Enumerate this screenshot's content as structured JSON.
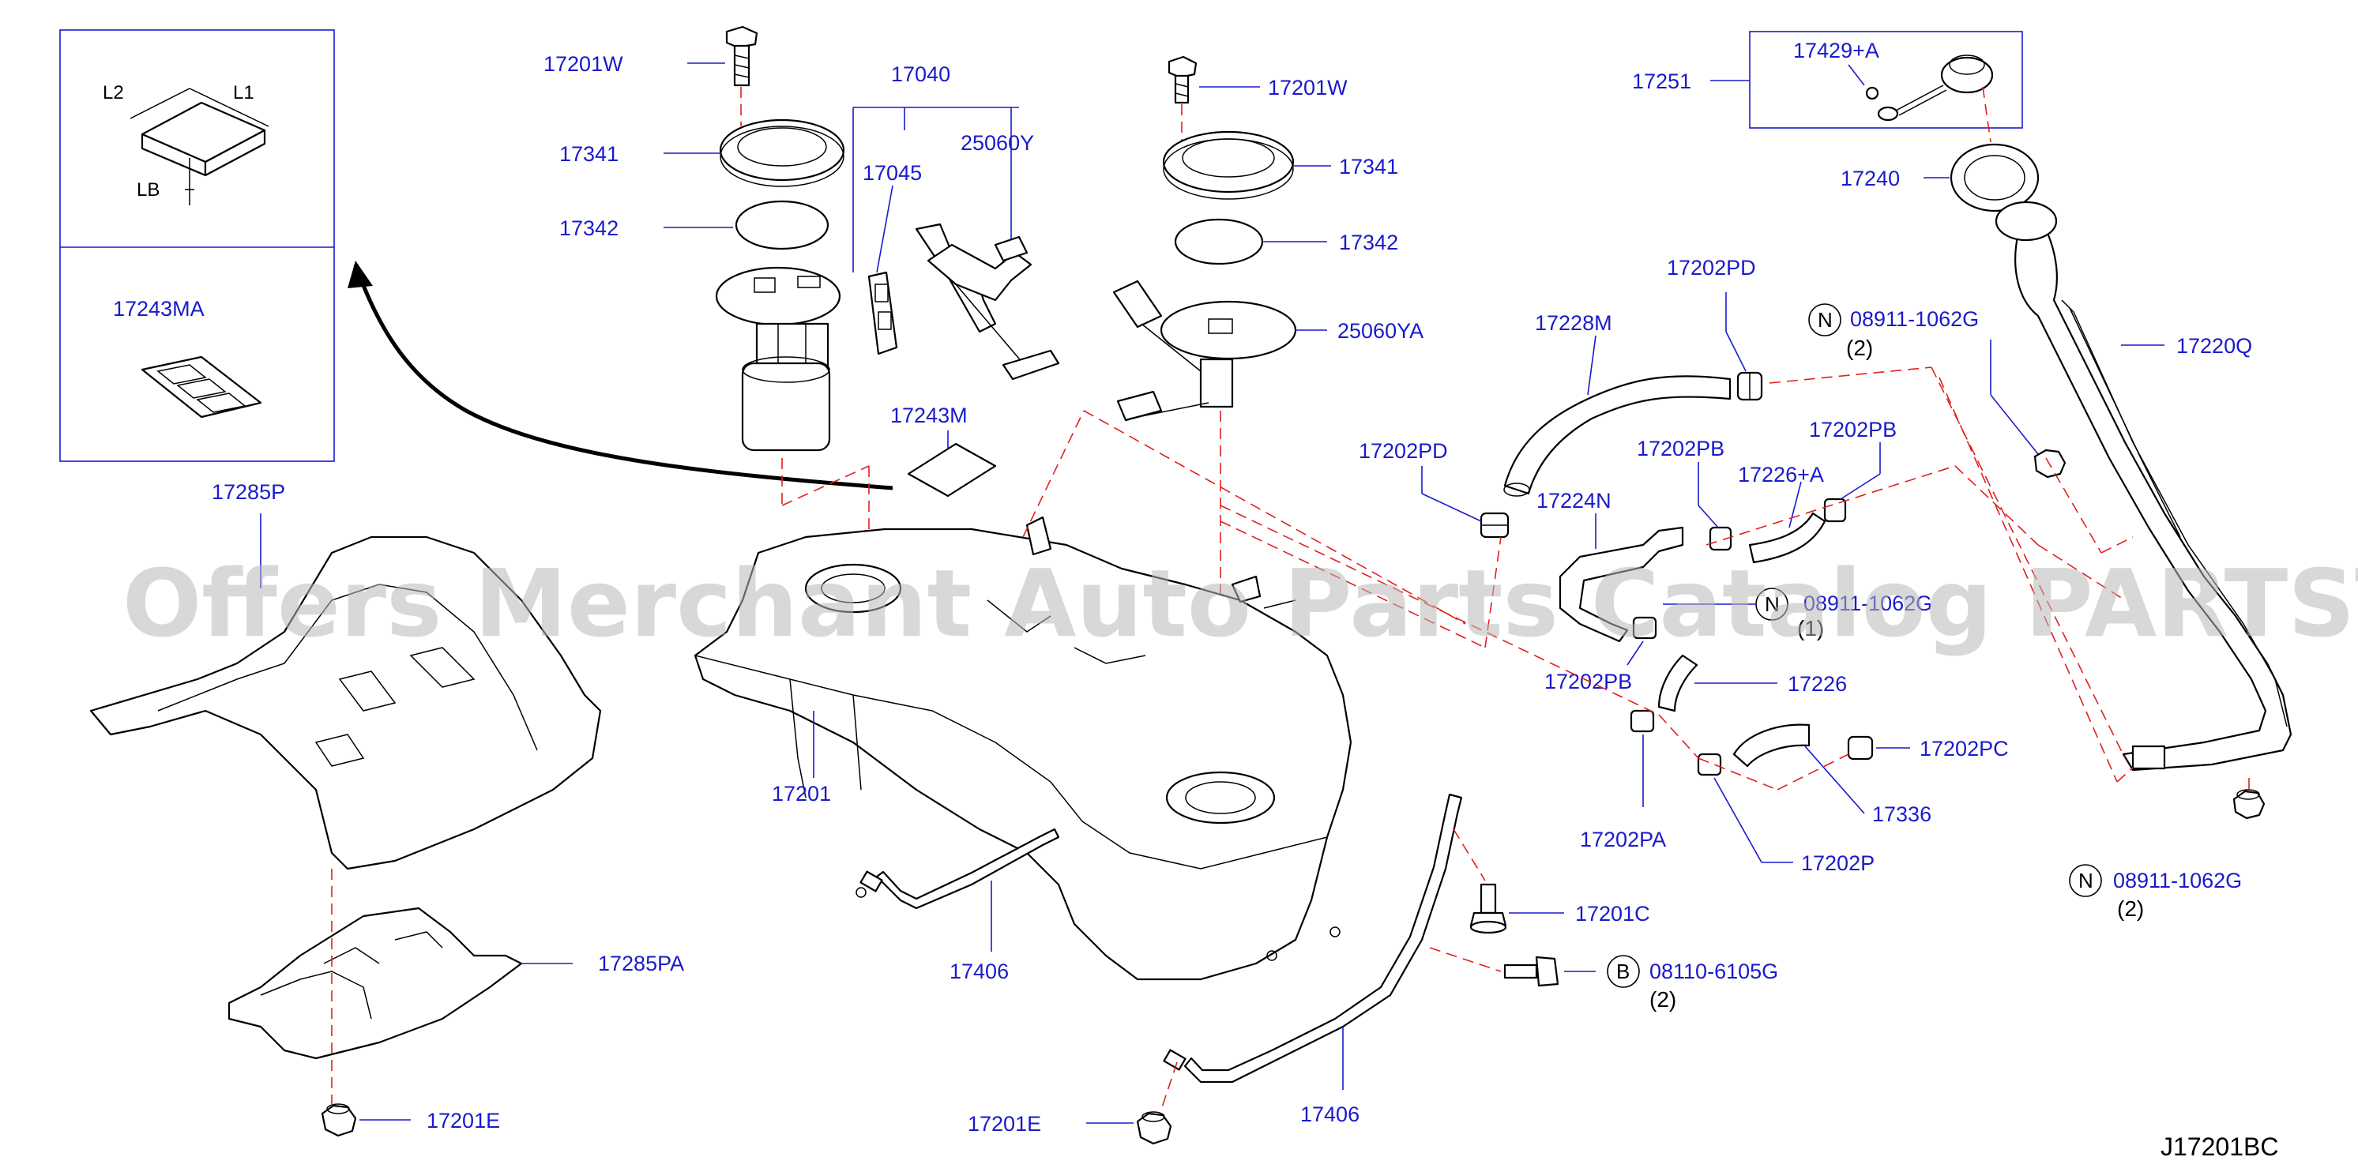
{
  "labels": {
    "l17201w_a": "17201W",
    "l17040": "17040",
    "l17341_a": "17341",
    "l17045": "17045",
    "l25060y": "25060Y",
    "l17342_a": "17342",
    "l17243m": "17243M",
    "l17201w_b": "17201W",
    "l17341_b": "17341",
    "l17342_b": "17342",
    "l25060ya": "25060YA",
    "l17251": "17251",
    "l17429a": "17429+A",
    "l17240": "17240",
    "l17220q": "17220Q",
    "l17202pd_a": "17202PD",
    "l17228m": "17228M",
    "l08911_a": "08911-1062G",
    "l08911_a_qty": "(2)",
    "l17202pd_b": "17202PD",
    "l17202pb_a": "17202PB",
    "l17202pb_b": "17202PB",
    "l17226a": "17226+A",
    "l17224n": "17224N",
    "l08911_b": "08911-1062G",
    "l08911_b_qty": "(1)",
    "l17202pb_c": "17202PB",
    "l17226": "17226",
    "l17202pc": "17202PC",
    "l17336": "17336",
    "l17202pa": "17202PA",
    "l17202p": "17202P",
    "l08911_c": "08911-1062G",
    "l08911_c_qty": "(2)",
    "l17285p": "17285P",
    "l17201": "17201",
    "l17406_a": "17406",
    "l17201c": "17201C",
    "l08110": "08110-6105G",
    "l08110_qty": "(2)",
    "l17285pa": "17285PA",
    "l17201e_a": "17201E",
    "l17201e_b": "17201E",
    "l17406_b": "17406",
    "l17243ma": "17243MA",
    "dim_l1": "L1",
    "dim_l2": "L2",
    "dim_lb": "LB",
    "circle_n": "N",
    "circle_b": "B"
  },
  "diagram_code": "J17201BC",
  "watermark": "Offers Merchant Auto Parts Catalog PARTSTORE.SA",
  "colors": {
    "label_blue": "#1a1acc",
    "dashed_red": "#e02020",
    "outline": "#000000",
    "watermark_gray": "#b8b8b8"
  }
}
